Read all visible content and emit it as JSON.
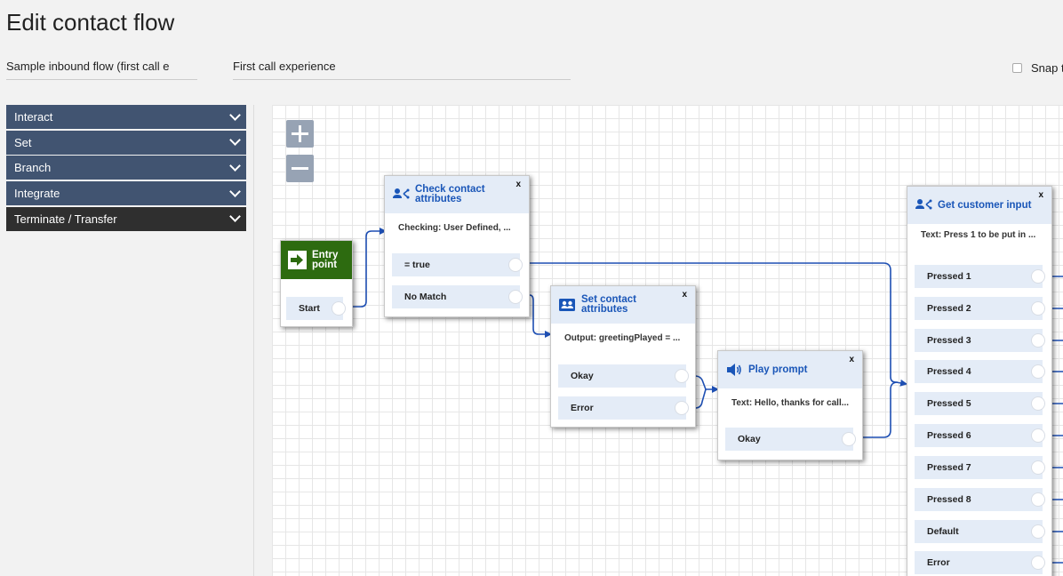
{
  "page_title": "Edit contact flow",
  "flow_name": "Sample inbound flow (first call e",
  "flow_description": "First call experience",
  "snap_label": "Snap t",
  "sidebar": {
    "categories": [
      {
        "label": "Interact"
      },
      {
        "label": "Set"
      },
      {
        "label": "Branch"
      },
      {
        "label": "Integrate"
      },
      {
        "label": "Terminate / Transfer"
      }
    ]
  },
  "zoom": {
    "in_icon": "plus-icon",
    "out_icon": "minus-icon"
  },
  "blocks": {
    "entry": {
      "title_line1": "Entry",
      "title_line2": "point",
      "branch": "Start",
      "icon": "arrow-right-icon",
      "color": "#2d6b10"
    },
    "check": {
      "title_line1": "Check contact",
      "title_line2": "attributes",
      "desc": "Checking: User Defined, ...",
      "branches": [
        "= true",
        "No Match"
      ],
      "icon": "branch-icon"
    },
    "set": {
      "title_line1": "Set contact",
      "title_line2": "attributes",
      "desc": "Output: greetingPlayed = ...",
      "branches": [
        "Okay",
        "Error"
      ],
      "icon": "contact-card-icon"
    },
    "play": {
      "title": "Play prompt",
      "desc": "Text: Hello, thanks for call...",
      "branches": [
        "Okay"
      ],
      "icon": "speaker-icon"
    },
    "input": {
      "title": "Get customer input",
      "desc": "Text: Press 1 to be put in ...",
      "branches": [
        "Pressed 1",
        "Pressed 2",
        "Pressed 3",
        "Pressed 4",
        "Pressed 5",
        "Pressed 6",
        "Pressed 7",
        "Pressed 8",
        "Default",
        "Error"
      ],
      "icon": "branch-icon"
    }
  },
  "close_label": "x",
  "colors": {
    "accent": "#1a56b8",
    "sidebar": "#415471",
    "sidebar_dark": "#2f2f2f",
    "connector": "#1e4fb3"
  }
}
